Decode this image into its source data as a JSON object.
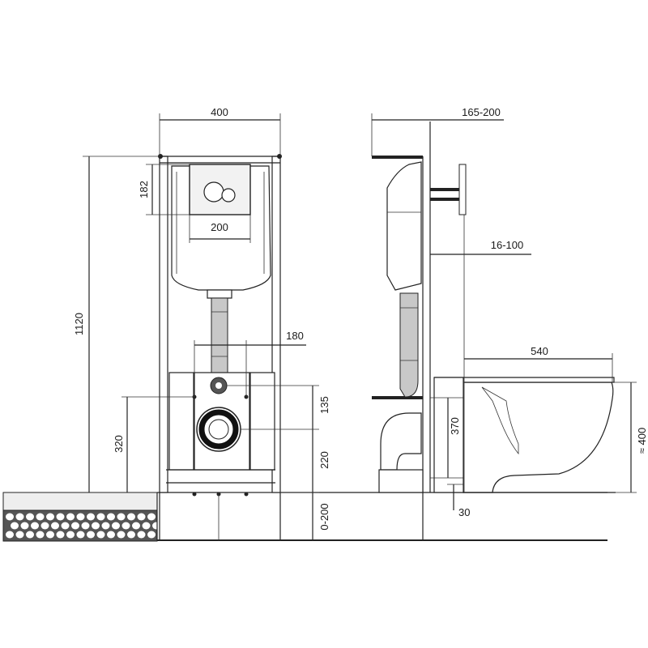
{
  "diagram": {
    "front_view": {
      "width_label": "400",
      "total_height_label": "1120",
      "panel_height_label": "182",
      "panel_width_label": "200",
      "inlet_spacing_label": "180",
      "drain_height_label": "320",
      "drain_gap_label": "135",
      "drain_floor_label": "220",
      "adjust_label": "0-200"
    },
    "side_view": {
      "depth_label": "165-200",
      "wall_label": "16-100",
      "bowl_length_label": "540",
      "bolt_height_label": "370",
      "seat_height_label": "≈ 400",
      "floor_gap_label": "30"
    }
  }
}
